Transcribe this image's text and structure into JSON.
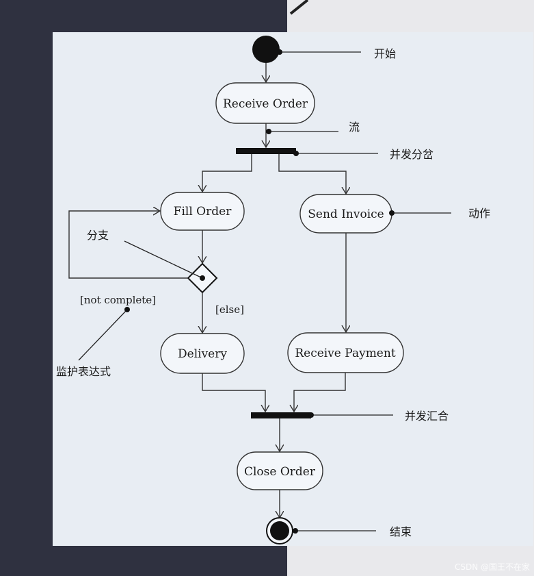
{
  "nodes": {
    "receive_order": "Receive Order",
    "fill_order": "Fill Order",
    "send_invoice": "Send Invoice",
    "delivery": "Delivery",
    "receive_payment": "Receive Payment",
    "close_order": "Close Order"
  },
  "guards": {
    "not_complete": "[not complete]",
    "else": "[else]"
  },
  "annotations": {
    "start": "开始",
    "flow": "流",
    "fork": "并发分岔",
    "action": "动作",
    "branch": "分支",
    "guard_expression": "监护表达式",
    "join": "并发汇合",
    "end": "结束"
  },
  "watermark": "CSDN @国王不在家"
}
